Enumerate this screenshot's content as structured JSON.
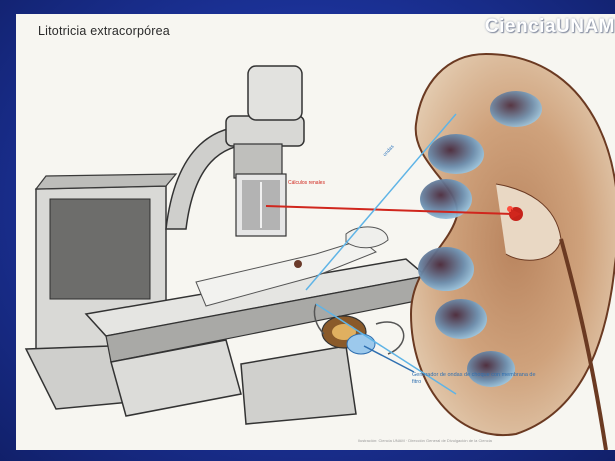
{
  "title": "Litotricia extracorpórea",
  "brand": "CienciaUNAM",
  "labels": {
    "stones": "Cálculos renales",
    "beam": "ondas",
    "generator": "Generador de ondas de choque con membrana de fitro"
  },
  "credit": "Ilustración: Ciencia UNAM · Dirección General de Divulgación de la Ciencia",
  "colors": {
    "background": "#1b3196",
    "panel": "#f7f6f1",
    "stone_line": "#d0261d",
    "beam_line": "#5fb4e6"
  }
}
